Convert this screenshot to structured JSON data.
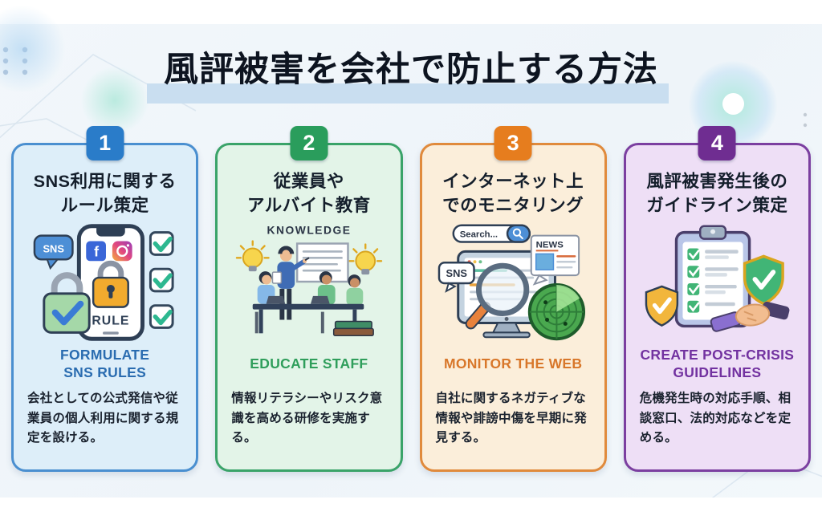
{
  "header": {
    "title": "風評被害を会社で防止する方法",
    "highlight_color": "#c9def0"
  },
  "cards": [
    {
      "number": "1",
      "title_line1": "SNS利用に関する",
      "title_line2": "ルール策定",
      "label_line1": "FORMULATE",
      "label_line2": "SNS RULES",
      "description": "会社としての公式発信や従業員の個人利用に関する規定を設ける。",
      "accent_color": "#2a7cc9",
      "border_color": "#4a8fd0",
      "bg_color": "#ddeef9",
      "illustration": {
        "sns_bubble": "SNS",
        "rule_label": "RULE",
        "facebook_f": "f"
      }
    },
    {
      "number": "2",
      "title_line1": "従業員や",
      "title_line2": "アルバイト教育",
      "label_line1": "EDUCATE STAFF",
      "label_line2": "",
      "description": "情報リテラシーやリスク意識を高める研修を実施する。",
      "accent_color": "#2a9d5c",
      "border_color": "#3aa369",
      "bg_color": "#e3f4e8",
      "illustration": {
        "knowledge_label": "KNOWLEDGE"
      }
    },
    {
      "number": "3",
      "title_line1": "インターネット上",
      "title_line2": "でのモニタリング",
      "label_line1": "MONITOR THE WEB",
      "label_line2": "",
      "description": "自社に関するネガティブな情報や誹謗中傷を早期に発見する。",
      "accent_color": "#e67d1e",
      "border_color": "#e08a3c",
      "bg_color": "#fbeeda",
      "illustration": {
        "search_placeholder": "Search...",
        "news_label": "NEWS",
        "sns_bubble": "SNS"
      }
    },
    {
      "number": "4",
      "title_line1": "風評被害発生後の",
      "title_line2": "ガイドライン策定",
      "label_line1": "CREATE POST-CRISIS",
      "label_line2": "GUIDELINES",
      "description": "危機発生時の対応手順、相談窓口、法的対応などを定める。",
      "accent_color": "#6f2d91",
      "border_color": "#7b3fa0",
      "bg_color": "#eedff6",
      "illustration": {}
    }
  ]
}
